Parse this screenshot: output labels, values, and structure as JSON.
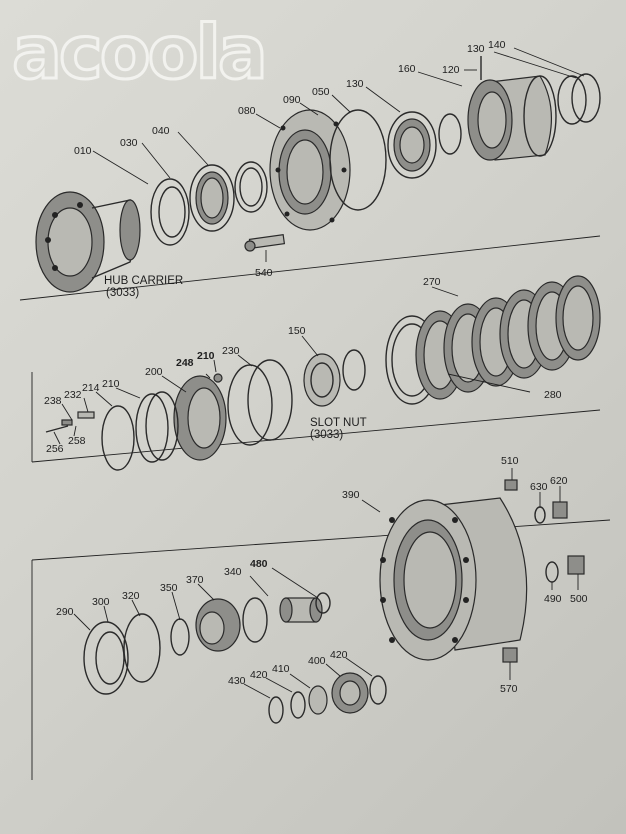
{
  "watermark": "acoola",
  "captions": {
    "hub_carrier": "HUB CARRIER",
    "hub_carrier_ref": "(3033)",
    "slot_nut": "SLOT NUT",
    "slot_nut_ref": "(3033)"
  },
  "section1_labels": [
    "010",
    "030",
    "040",
    "080",
    "090",
    "050",
    "130",
    "160",
    "120",
    "130",
    "140",
    "540"
  ],
  "section2_labels": [
    "270",
    "150",
    "230",
    "210",
    "248",
    "200",
    "210",
    "214",
    "232",
    "238",
    "256",
    "258",
    "280"
  ],
  "section3_labels": [
    "510",
    "630",
    "620",
    "390",
    "480",
    "340",
    "370",
    "350",
    "320",
    "300",
    "290",
    "490",
    "500",
    "400",
    "420",
    "410",
    "420",
    "430",
    "570"
  ]
}
